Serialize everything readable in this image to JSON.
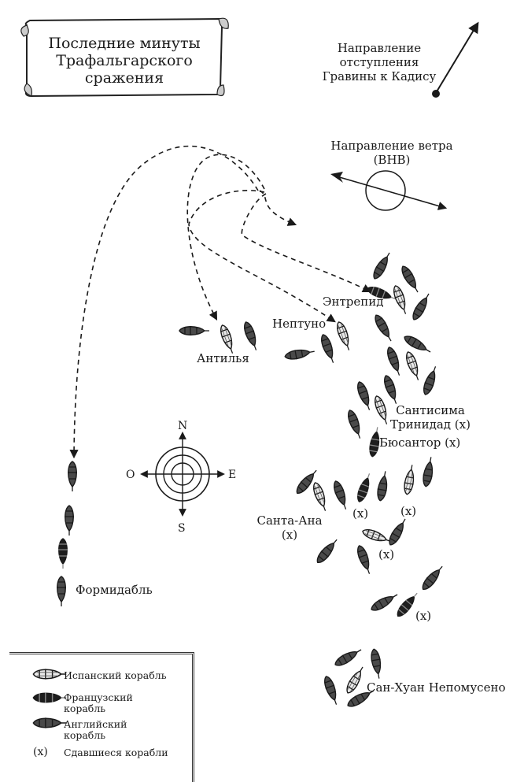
{
  "title": "Последние минуты Трафальгарского сражения",
  "title_lines": [
    "Последние минуты",
    "Трафальгарского",
    "сражения"
  ],
  "retreat": {
    "lines": [
      "Направление",
      "отступления",
      "Гравины к Кадису"
    ]
  },
  "wind": {
    "lines": [
      "Направление ветра",
      "(ВНВ)"
    ]
  },
  "compass": {
    "n": "N",
    "s": "S",
    "e": "E",
    "w": "O"
  },
  "ships": {
    "antilya": "Антилья",
    "neptuno": "Нептуно",
    "intrepid": "Энтрепид",
    "santisima": [
      "Сантисима",
      "Тринидад (x)"
    ],
    "bucentaure": "Бюсантор (x)",
    "santa_ana": [
      "Санта-Ана",
      "(x)"
    ],
    "formidable": "Формидабль",
    "san_juan": "Сан-Хуан Непомусено"
  },
  "surrender_marks": [
    "(x)",
    "(x)",
    "(x)",
    "(x)"
  ],
  "legend": {
    "spanish": "Испанский корабль",
    "french": [
      "Французский",
      "корабль"
    ],
    "english": [
      "Английский",
      "корабль"
    ],
    "surrendered_symbol": "(x)",
    "surrendered": "Сдавшиеся корабли"
  },
  "colors": {
    "ink": "#1a1a1a",
    "spanish_hull": "#e8e8e8",
    "french_hull": "#1e1e1e",
    "english_hull": "#4a4a4a"
  }
}
